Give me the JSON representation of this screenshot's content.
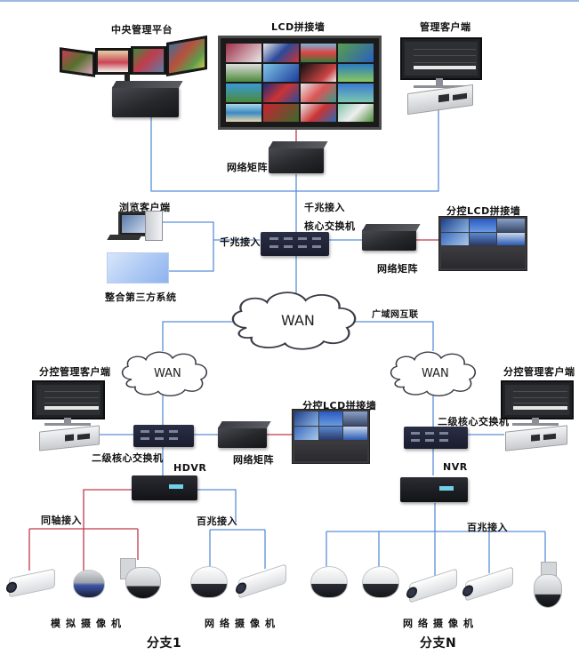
{
  "title": "网络视频监控系统拓扑图",
  "colors": {
    "network_line": "#5b8fd6",
    "coax_line": "#c0394b",
    "video_line": "#d0303c",
    "background": "#ffffff"
  },
  "central": {
    "management_platform": "中央管理平台",
    "lcd_wall": "LCD拼接墙",
    "management_client": "管理客户端",
    "network_matrix": "网络矩阵",
    "gigabit_access_top": "千兆接入",
    "core_switch": "核心交换机",
    "browse_client": "浏览客户端",
    "third_party": "整合第三方系统",
    "gigabit_access_left": "千兆接入",
    "branch_lcd_wall": "分控LCD拼接墙",
    "branch_matrix": "网络矩阵"
  },
  "wan": {
    "center_cloud": "WAN",
    "wan_interconnect": "广域网互联",
    "left_cloud": "WAN",
    "right_cloud": "WAN"
  },
  "branch1": {
    "client": "分控管理客户端",
    "switch": "二级核心交换机",
    "recorder": "HDVR",
    "matrix": "网络矩阵",
    "lcd_wall": "分控LCD拼接墙",
    "coax_access": "同轴接入",
    "fast_ethernet_access": "百兆接入",
    "analog_cameras": "模拟摄像机",
    "network_cameras": "网络摄像机",
    "name": "分支1"
  },
  "branchN": {
    "client": "分控管理客户端",
    "switch": "二级核心交换机",
    "recorder": "NVR",
    "fast_ethernet_access": "百兆接入",
    "network_cameras": "网络摄像机",
    "name": "分支N"
  },
  "icons": [
    "monitor-array-icon",
    "video-wall-icon",
    "workstation-icon",
    "server-icon",
    "matrix-box-icon",
    "core-switch-icon",
    "desktop-pc-icon",
    "cloud-icon",
    "dvr-icon",
    "bullet-camera-icon",
    "dome-camera-icon",
    "ptz-camera-icon"
  ]
}
